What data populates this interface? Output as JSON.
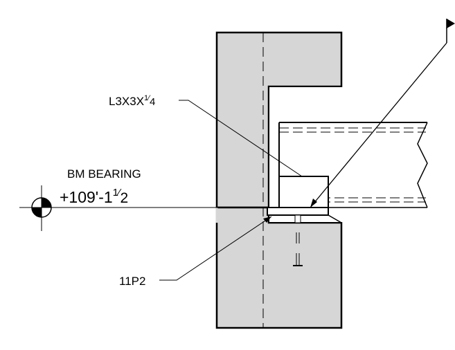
{
  "labels": {
    "angle_base": "L3X3X",
    "angle_num": "1",
    "angle_den": "4",
    "elevation_title": "BM BEARING",
    "elevation_main": "+109'-1",
    "elevation_num": "1",
    "elevation_den": "2",
    "plate": "11P2"
  },
  "colors": {
    "wall_fill": "#d6d6d6",
    "line": "#000000",
    "background": "#ffffff"
  },
  "icons": {
    "elevation_marker": "elevation-target-icon",
    "flag": "section-flag-icon"
  }
}
